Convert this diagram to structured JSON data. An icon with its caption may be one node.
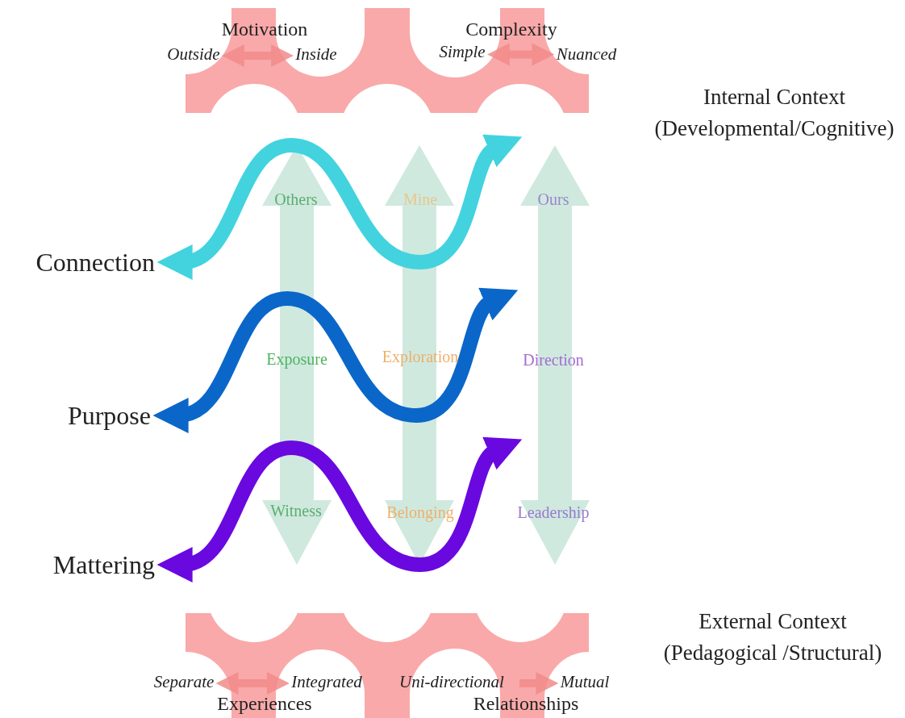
{
  "diagram": {
    "nodes": [
      {
        "text": [
          "Connection"
        ]
      },
      {
        "text": [
          "Purpose"
        ]
      },
      {
        "text": [
          "Mattering"
        ]
      },
      {
        "text": [
          "Outside"
        ]
      },
      {
        "text": [
          "Inside"
        ]
      },
      {
        "text": [
          "Simple"
        ]
      },
      {
        "text": [
          "Nuanced"
        ]
      },
      {
        "text": [
          "Separate"
        ]
      },
      {
        "text": [
          "Integrated"
        ]
      },
      {
        "text": [
          "Uni-directional"
        ]
      },
      {
        "text": [
          "Mutual"
        ]
      }
    ],
    "edges": [
      {
        "from": 0,
        "to": null,
        "arrow": "both",
        "style": "thick",
        "color": "#42d3df"
      },
      {
        "from": 1,
        "to": null,
        "arrow": "both",
        "style": "thick",
        "color": "#0a67c9"
      },
      {
        "from": 2,
        "to": null,
        "arrow": "both",
        "style": "thick",
        "color": "#6a08e0"
      },
      {
        "from": 3,
        "to": 4,
        "arrow": "both"
      },
      {
        "from": 5,
        "to": 6,
        "arrow": "both"
      },
      {
        "from": 7,
        "to": 8,
        "arrow": "both"
      },
      {
        "from": 9,
        "to": 10,
        "arrow": "to"
      }
    ],
    "labels": [
      "Motivation",
      "Complexity",
      "Internal Context (Developmental/Cognitive)",
      "Others",
      "Mine",
      "Ours",
      "Exposure",
      "Exploration",
      "Direction",
      "Witness",
      "Belonging",
      "Leadership",
      "External Context (Pedagogical /Structural)",
      "Experiences",
      "Relationships"
    ]
  }
}
